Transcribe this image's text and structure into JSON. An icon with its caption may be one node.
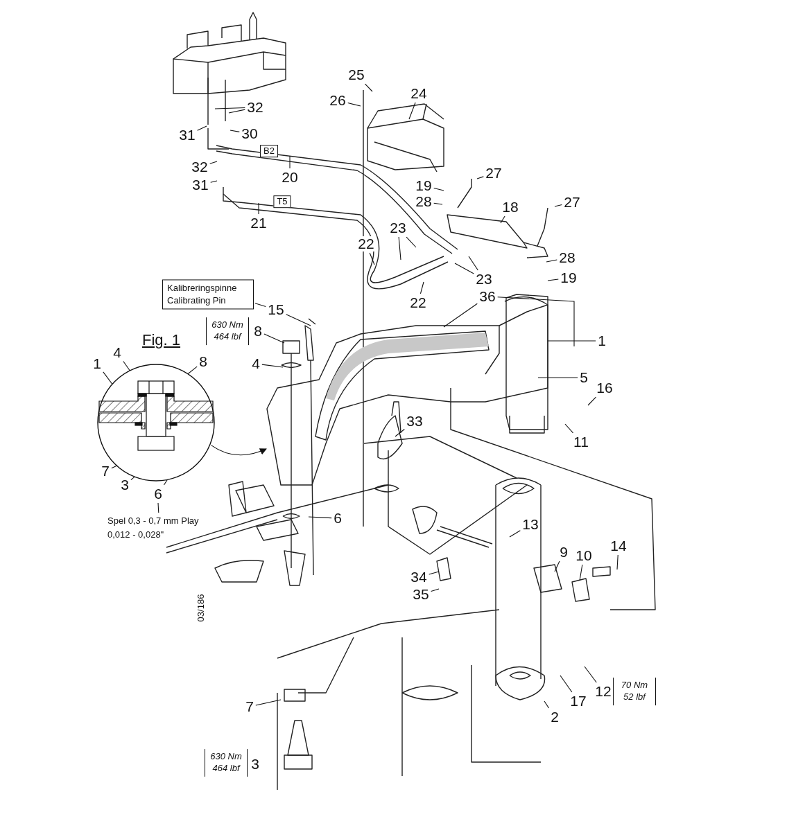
{
  "diagram": {
    "nodes": [
      {
        "text": [
          "25"
        ]
      },
      {
        "text": [
          "26"
        ]
      },
      {
        "text": [
          "24"
        ]
      },
      {
        "text": [
          "32"
        ]
      },
      {
        "text": [
          "31"
        ]
      },
      {
        "text": [
          "30"
        ]
      },
      {
        "text": [
          "B2"
        ]
      },
      {
        "text": [
          "27"
        ]
      },
      {
        "text": [
          "32"
        ]
      },
      {
        "text": [
          "20"
        ]
      },
      {
        "text": [
          "19"
        ]
      },
      {
        "text": [
          "31"
        ]
      },
      {
        "text": [
          "28"
        ]
      },
      {
        "text": [
          "T5"
        ]
      },
      {
        "text": [
          "18"
        ]
      },
      {
        "text": [
          "27"
        ]
      },
      {
        "text": [
          "21"
        ]
      },
      {
        "text": [
          "23"
        ]
      },
      {
        "text": [
          "22"
        ]
      },
      {
        "text": [
          "28"
        ]
      },
      {
        "text": [
          "23"
        ]
      },
      {
        "text": [
          "19"
        ]
      },
      {
        "text": [
          "22"
        ]
      },
      {
        "text": [
          "Kalibreringspinne Calibrating Pin"
        ]
      },
      {
        "text": [
          "15"
        ]
      },
      {
        "text": [
          "36"
        ]
      },
      {
        "text": [
          "630 Nm 464 lbf"
        ]
      },
      {
        "text": [
          "8"
        ]
      },
      {
        "text": [
          "1"
        ]
      },
      {
        "text": [
          "4"
        ]
      },
      {
        "text": [
          "8"
        ]
      },
      {
        "text": [
          "4"
        ]
      },
      {
        "text": [
          "1"
        ]
      },
      {
        "text": [],
        "shape": "circle"
      },
      {
        "text": [
          "5"
        ]
      },
      {
        "text": [
          "16"
        ]
      },
      {
        "text": [
          "33"
        ]
      },
      {
        "text": [
          "11"
        ]
      },
      {
        "text": [
          "7"
        ]
      },
      {
        "text": [
          "3"
        ]
      },
      {
        "text": [
          "6"
        ]
      },
      {
        "text": [
          "Spel 0,3 - 0,7 mm Play 0,012 - 0,028\""
        ]
      },
      {
        "text": [
          "6"
        ]
      },
      {
        "text": [
          "13"
        ]
      },
      {
        "text": [
          "9"
        ]
      },
      {
        "text": [
          "10"
        ]
      },
      {
        "text": [
          "14"
        ]
      },
      {
        "text": [
          "34"
        ]
      },
      {
        "text": [
          "35"
        ]
      },
      {
        "text": [
          "12"
        ]
      },
      {
        "text": [
          "70 Nm 52 lbf"
        ]
      },
      {
        "text": [
          "17"
        ]
      },
      {
        "text": [
          "2"
        ]
      },
      {
        "text": [
          "7"
        ]
      },
      {
        "text": [
          "3"
        ]
      },
      {
        "text": [
          "630 Nm 464 lbf"
        ]
      }
    ],
    "edges": [
      {
        "from": 0,
        "to": null,
        "arrow": "none"
      },
      {
        "from": 1,
        "to": null,
        "arrow": "none"
      },
      {
        "from": 2,
        "to": null,
        "arrow": "none"
      },
      {
        "from": 3,
        "to": null,
        "arrow": "none"
      },
      {
        "from": 3,
        "to": null,
        "arrow": "none"
      },
      {
        "from": 4,
        "to": null,
        "arrow": "none"
      },
      {
        "from": 5,
        "to": null,
        "arrow": "none"
      },
      {
        "from": 7,
        "to": null,
        "arrow": "none"
      },
      {
        "from": 8,
        "to": null,
        "arrow": "none"
      },
      {
        "from": 9,
        "to": null,
        "arrow": "none"
      },
      {
        "from": 10,
        "to": null,
        "arrow": "none"
      },
      {
        "from": 11,
        "to": null,
        "arrow": "none"
      },
      {
        "from": 12,
        "to": null,
        "arrow": "none"
      },
      {
        "from": 14,
        "to": null,
        "arrow": "none"
      },
      {
        "from": 15,
        "to": null,
        "arrow": "none"
      },
      {
        "from": 16,
        "to": null,
        "arrow": "none"
      },
      {
        "from": 17,
        "to": null,
        "arrow": "none"
      },
      {
        "from": 17,
        "to": null,
        "arrow": "none"
      },
      {
        "from": 18,
        "to": null,
        "arrow": "none"
      },
      {
        "from": 19,
        "to": null,
        "arrow": "none"
      },
      {
        "from": 20,
        "to": null,
        "arrow": "none"
      },
      {
        "from": 20,
        "to": null,
        "arrow": "none"
      },
      {
        "from": 21,
        "to": null,
        "arrow": "none"
      },
      {
        "from": 22,
        "to": null,
        "arrow": "none"
      },
      {
        "from": 23,
        "to": 24,
        "arrow": "none"
      },
      {
        "from": 24,
        "to": null,
        "arrow": "none"
      },
      {
        "from": 25,
        "to": null,
        "arrow": "none"
      },
      {
        "from": 25,
        "to": null,
        "arrow": "none"
      },
      {
        "from": 27,
        "to": null,
        "arrow": "none"
      },
      {
        "from": 28,
        "to": null,
        "arrow": "none"
      },
      {
        "from": 29,
        "to": null,
        "arrow": "none"
      },
      {
        "from": 30,
        "to": 33,
        "arrow": "none"
      },
      {
        "from": 31,
        "to": 33,
        "arrow": "none"
      },
      {
        "from": 32,
        "to": 33,
        "arrow": "none"
      },
      {
        "from": 33,
        "to": null,
        "arrow": "to"
      },
      {
        "from": 34,
        "to": null,
        "arrow": "none"
      },
      {
        "from": 35,
        "to": null,
        "arrow": "none"
      },
      {
        "from": 36,
        "to": null,
        "arrow": "none"
      },
      {
        "from": 37,
        "to": null,
        "arrow": "none"
      },
      {
        "from": 38,
        "to": 33,
        "arrow": "none"
      },
      {
        "from": 39,
        "to": 33,
        "arrow": "none"
      },
      {
        "from": 40,
        "to": 33,
        "arrow": "none"
      },
      {
        "from": 40,
        "to": 41,
        "arrow": "none"
      },
      {
        "from": 42,
        "to": null,
        "arrow": "none"
      },
      {
        "from": 43,
        "to": null,
        "arrow": "none"
      },
      {
        "from": 44,
        "to": null,
        "arrow": "none"
      },
      {
        "from": 45,
        "to": null,
        "arrow": "none"
      },
      {
        "from": 46,
        "to": null,
        "arrow": "none"
      },
      {
        "from": 47,
        "to": null,
        "arrow": "none"
      },
      {
        "from": 48,
        "to": null,
        "arrow": "none"
      },
      {
        "from": 49,
        "to": null,
        "arrow": "none"
      },
      {
        "from": 51,
        "to": null,
        "arrow": "none"
      },
      {
        "from": 52,
        "to": null,
        "arrow": "none"
      },
      {
        "from": 53,
        "to": null,
        "arrow": "none"
      }
    ],
    "labels": [
      "Fig. 1",
      "03/186"
    ]
  }
}
